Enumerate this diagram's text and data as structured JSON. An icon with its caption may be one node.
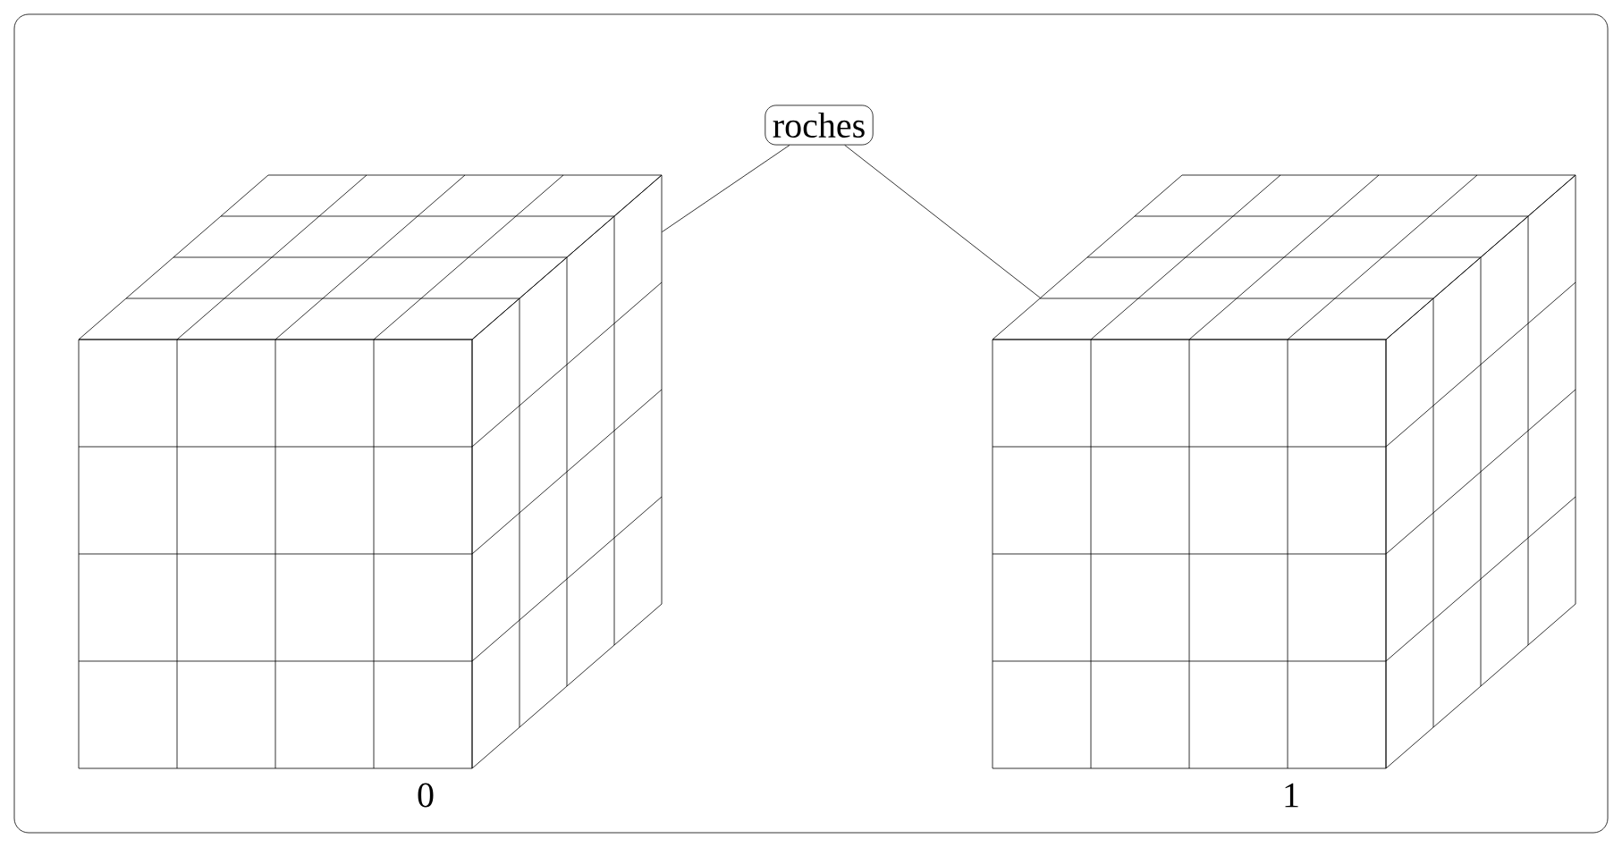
{
  "diagram": {
    "nodes": [
      {
        "text": [
          "roches"
        ]
      },
      {
        "text": [],
        "shape": "cube",
        "beside": [
          "0"
        ]
      },
      {
        "text": [],
        "shape": "cube",
        "beside": [
          "1"
        ]
      }
    ],
    "edges": [
      {
        "from": 0,
        "to": 1,
        "arrow": "none"
      },
      {
        "from": 0,
        "to": 2,
        "arrow": "none"
      }
    ]
  }
}
